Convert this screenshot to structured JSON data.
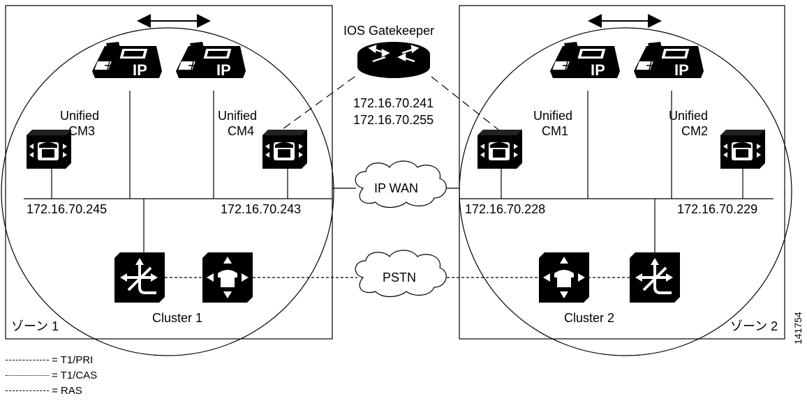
{
  "zones": [
    {
      "label": "ゾーン 1",
      "cluster": "Cluster 1",
      "cm_left": {
        "name_line1": "Unified",
        "name_line2": "CM3"
      },
      "cm_right": {
        "name_line1": "Unified",
        "name_line2": "CM4"
      },
      "ip_left": "172.16.70.245",
      "ip_right": "172.16.70.243"
    },
    {
      "label": "ゾーン 2",
      "cluster": "Cluster 2",
      "cm_left": {
        "name_line1": "Unified",
        "name_line2": "CM1"
      },
      "cm_right": {
        "name_line1": "Unified",
        "name_line2": "CM2"
      },
      "ip_left": "172.16.70.228",
      "ip_right": "172.16.70.229"
    }
  ],
  "gatekeeper": {
    "title": "IOS Gatekeeper",
    "ip1": "172.16.70.241",
    "ip2": "172.16.70.255"
  },
  "clouds": {
    "wan": "IP WAN",
    "pstn": "PSTN"
  },
  "phone_label": "IP",
  "figure_id": "141754",
  "legend": [
    {
      "symbol": "– – –",
      "text": "= T1/PRI"
    },
    {
      "symbol": "------",
      "text": "= T1/CAS"
    },
    {
      "symbol": "—  —",
      "text": "= RAS"
    }
  ]
}
